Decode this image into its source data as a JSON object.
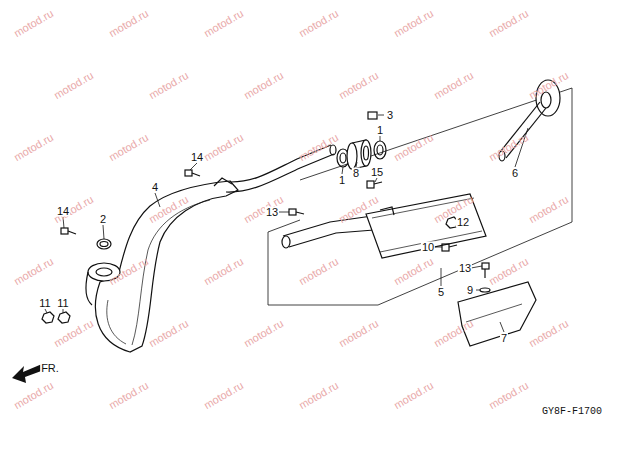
{
  "diagram": {
    "labels": [
      "3",
      "1",
      "1",
      "8",
      "15",
      "6",
      "14",
      "4",
      "13",
      "12",
      "10",
      "14",
      "2",
      "5",
      "13",
      "9",
      "7",
      "11",
      "11",
      "FR.",
      "GY8F-F1700",
      "motod.ru",
      "motod.ru",
      "motod.ru",
      "motod.ru",
      "motod.ru",
      "motod.ru",
      "motod.ru",
      "motod.ru",
      "motod.ru",
      "motod.ru",
      "motod.ru",
      "motod.ru",
      "motod.ru",
      "motod.ru",
      "motod.ru",
      "motod.ru",
      "motod.ru",
      "motod.ru",
      "motod.ru",
      "motod.ru",
      "motod.ru",
      "motod.ru",
      "motod.ru",
      "motod.ru",
      "motod.ru",
      "motod.ru",
      "motod.ru",
      "motod.ru",
      "motod.ru",
      "motod.ru",
      "motod.ru",
      "motod.ru",
      "motod.ru",
      "motod.ru",
      "motod.ru",
      "motod.ru",
      "motod.ru",
      "motod.ru",
      "motod.ru",
      "motod.ru",
      "motod.ru",
      "motod.ru"
    ]
  }
}
